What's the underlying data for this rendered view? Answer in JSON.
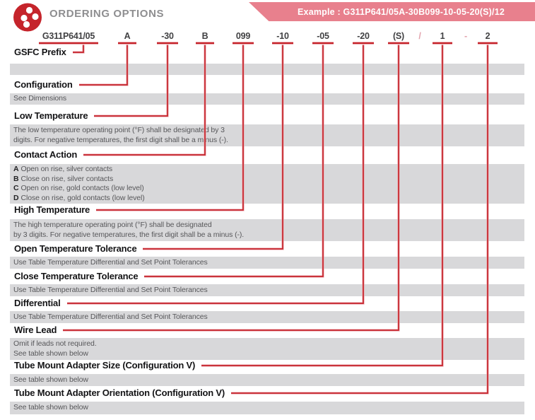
{
  "header": {
    "title": "ORDERING OPTIONS",
    "example_banner": "Example : G311P641/05A-30B099-10-05-20(S)/12"
  },
  "colors": {
    "accent_red": "#c5242b",
    "banner_pink": "#e8808d",
    "separator_pink": "#e2a2ac",
    "band_gray": "#d8d8da",
    "title_gray": "#8e8e90"
  },
  "part_number": {
    "tokens": [
      {
        "text": "G311P641/05",
        "type": "segment"
      },
      {
        "text": "A",
        "type": "segment"
      },
      {
        "text": "-30",
        "type": "segment"
      },
      {
        "text": "B",
        "type": "segment"
      },
      {
        "text": "099",
        "type": "segment"
      },
      {
        "text": "-10",
        "type": "segment"
      },
      {
        "text": "-05",
        "type": "segment"
      },
      {
        "text": "-20",
        "type": "segment"
      },
      {
        "text": "(S)",
        "type": "segment"
      },
      {
        "text": "/",
        "type": "separator"
      },
      {
        "text": "1",
        "type": "segment"
      },
      {
        "text": "-",
        "type": "separator"
      },
      {
        "text": "2",
        "type": "segment"
      }
    ]
  },
  "fields": [
    {
      "label": "GSFC Prefix",
      "description_lines": []
    },
    {
      "label": "Configuration",
      "description_lines": [
        {
          "text": "See Dimensions"
        }
      ]
    },
    {
      "label": "Low Temperature",
      "description_lines": [
        {
          "text": "The low temperature operating point (°F) shall be designated by 3"
        },
        {
          "text": "digits. For negative temperatures, the first digit shall be a minus (-)."
        }
      ]
    },
    {
      "label": "Contact Action",
      "description_lines": [
        {
          "bold": "A",
          "text": "Open on rise, silver contacts"
        },
        {
          "bold": "B",
          "text": "Close on rise, silver contacts"
        },
        {
          "bold": "C",
          "text": "Open on rise, gold contacts (low level)"
        },
        {
          "bold": "D",
          "text": "Close on rise, gold contacts (low level)"
        }
      ]
    },
    {
      "label": "High Temperature",
      "description_lines": [
        {
          "text": "The high temperature operating point (°F) shall be designated"
        },
        {
          "text": "by 3 digits. For negative temperatures, the first digit shall be a minus (-)."
        }
      ]
    },
    {
      "label": "Open Temperature Tolerance",
      "description_lines": [
        {
          "text": "Use Table Temperature Differential and Set Point Tolerances"
        }
      ]
    },
    {
      "label": "Close Temperature Tolerance",
      "description_lines": [
        {
          "text": "Use Table Temperature Differential and Set Point Tolerances"
        }
      ]
    },
    {
      "label": "Differential",
      "description_lines": [
        {
          "text": "Use Table Temperature Differential and Set Point Tolerances"
        }
      ]
    },
    {
      "label": "Wire Lead",
      "description_lines": [
        {
          "text": "Omit if leads not required."
        },
        {
          "text": "See table shown below"
        }
      ]
    },
    {
      "label": "Tube Mount Adapter Size (Configuration V)",
      "description_lines": [
        {
          "text": "See table shown below"
        }
      ]
    },
    {
      "label": "Tube Mount Adapter Orientation (Configuration V)",
      "description_lines": [
        {
          "text": "See table shown below"
        }
      ]
    }
  ]
}
